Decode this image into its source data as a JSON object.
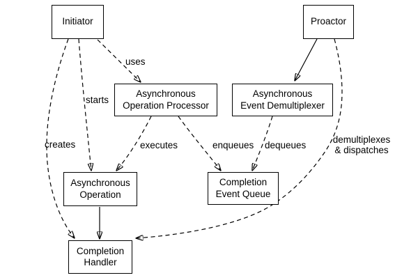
{
  "diagram": {
    "kind": "proactor-pattern-structure"
  },
  "colors": {
    "background": "#ffffff",
    "line": "#000000",
    "text": "#000000",
    "node_fill": "#ffffff",
    "node_border": "#000000"
  },
  "nodes": {
    "initiator": {
      "label": "Initiator"
    },
    "proactor": {
      "label": "Proactor"
    },
    "async_operation_processor": {
      "label": "Asynchronous\nOperation Processor"
    },
    "async_event_demultiplexer": {
      "label": "Asynchronous\nEvent Demultiplexer"
    },
    "async_operation": {
      "label": "Asynchronous\nOperation"
    },
    "completion_event_queue": {
      "label": "Completion\nEvent Queue"
    },
    "completion_handler": {
      "label": "Completion\nHandler"
    }
  },
  "edges": {
    "uses": {
      "label": "uses",
      "style": "dashed",
      "from": "initiator",
      "to": "async_operation_processor"
    },
    "starts": {
      "label": "starts",
      "style": "dashed",
      "from": "initiator",
      "to": "async_operation"
    },
    "creates": {
      "label": "creates",
      "style": "dashed",
      "from": "initiator",
      "to": "completion_handler"
    },
    "proactor_to_demultiplexer": {
      "label": "",
      "style": "solid",
      "from": "proactor",
      "to": "async_event_demultiplexer"
    },
    "demultiplexes_dispatches": {
      "label": "demultiplexes\n& dispatches",
      "style": "dashed",
      "from": "proactor",
      "to": "completion_handler"
    },
    "executes": {
      "label": "executes",
      "style": "dashed",
      "from": "async_operation_processor",
      "to": "async_operation"
    },
    "enqueues": {
      "label": "enqueues",
      "style": "dashed",
      "from": "async_operation_processor",
      "to": "completion_event_queue"
    },
    "dequeues": {
      "label": "dequeues",
      "style": "dashed",
      "from": "async_event_demultiplexer",
      "to": "completion_event_queue"
    },
    "operation_to_handler": {
      "label": "",
      "style": "solid",
      "from": "async_operation",
      "to": "completion_handler"
    }
  }
}
